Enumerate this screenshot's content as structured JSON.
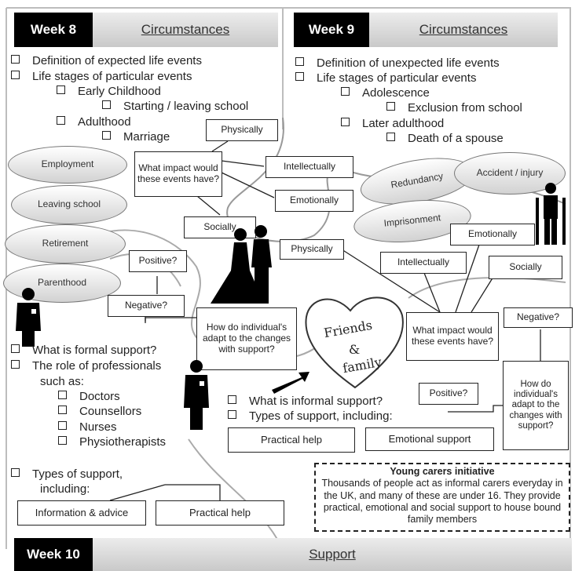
{
  "week8": {
    "label": "Week 8",
    "title": "Circumstances",
    "items": [
      "Definition of expected life events",
      "Life stages of particular events",
      "Early Childhood",
      "Starting / leaving school",
      "Adulthood",
      "Marriage"
    ]
  },
  "week9": {
    "label": "Week 9",
    "title": "Circumstances",
    "items": [
      "Definition of unexpected life events",
      "Life stages of particular events",
      "Adolescence",
      "Exclusion from school",
      "Later adulthood",
      "Death of a spouse"
    ]
  },
  "week10": {
    "label": "Week 10",
    "title": "Support"
  },
  "expected_events": [
    "Employment",
    "Leaving school",
    "Retirement",
    "Parenthood"
  ],
  "unexpected_events": [
    "Redundancy",
    "Accident / injury",
    "Imprisonment"
  ],
  "left_web": {
    "question": "What impact would these events have?",
    "impacts": [
      "Physically",
      "Intellectually",
      "Emotionally",
      "Socially"
    ],
    "positive": "Positive?",
    "negative": "Negative?",
    "adapt": "How do individual's adapt to the changes with support?"
  },
  "right_web": {
    "question": "What impact would these events have?",
    "impacts": [
      "Physically",
      "Intellectually",
      "Emotionally",
      "Socially"
    ],
    "positive": "Positive?",
    "negative": "Negative?",
    "adapt": "How do individual's adapt to the changes with support?"
  },
  "heart": {
    "line1": "Friends",
    "line2": "&",
    "line3": "family"
  },
  "formal": {
    "items": [
      "What is formal support?",
      "The role of professionals",
      "such as:"
    ],
    "professionals": [
      "Doctors",
      "Counsellors",
      "Nurses",
      "Physiotherapists"
    ],
    "types_line1": "Types of support,",
    "types_line2": "including:",
    "boxes": [
      "Information & advice",
      "Practical help"
    ]
  },
  "informal": {
    "items": [
      "What is informal support?",
      "Types of support, including:"
    ],
    "boxes": [
      "Practical help",
      "Emotional support"
    ]
  },
  "young_carers": {
    "title": "Young carers initiative",
    "body": "Thousands of people act as informal carers everyday in the UK, and many of these are under 16. They provide practical, emotional and social support to house bound family members"
  }
}
